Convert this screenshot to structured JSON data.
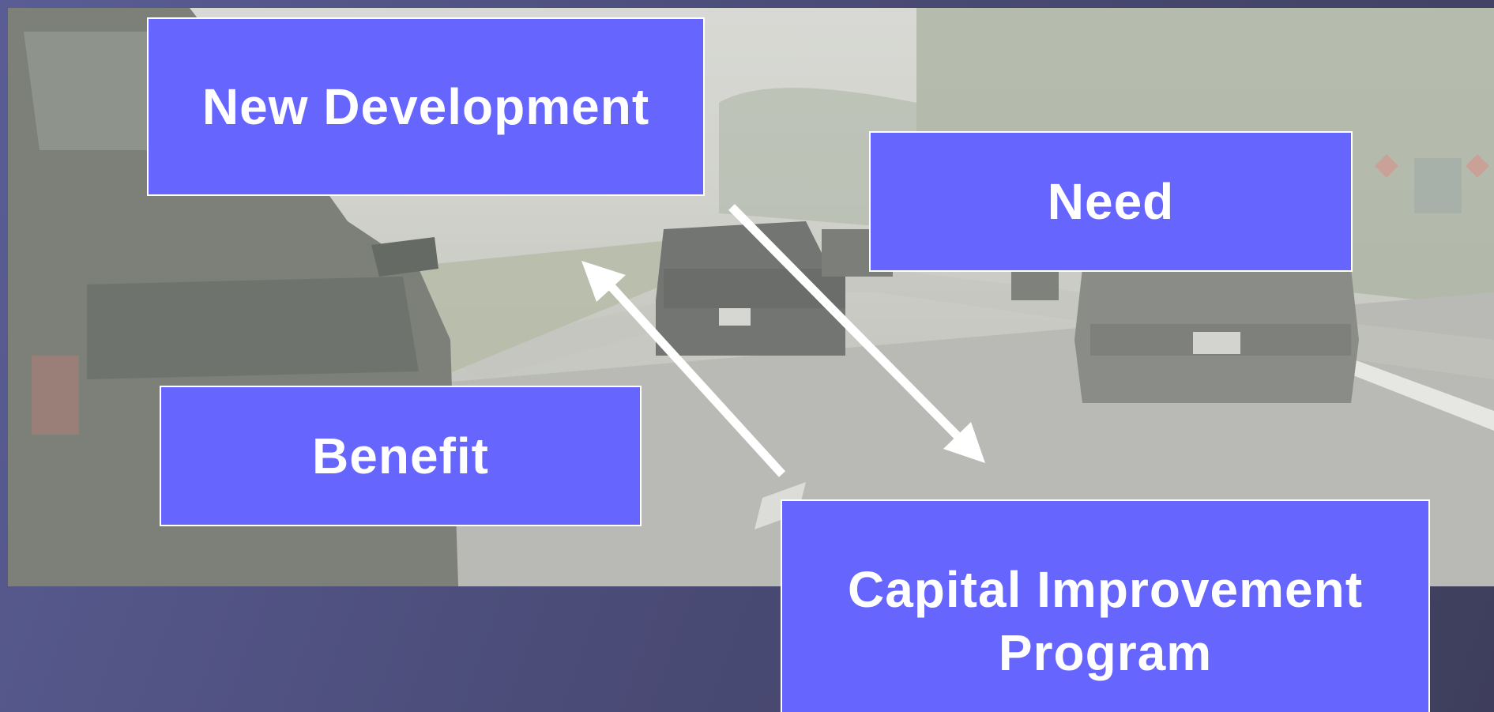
{
  "boxes": {
    "new_development": "New Development",
    "need": "Need",
    "benefit": "Benefit",
    "capital_improvement_line1": "Capital Improvement",
    "capital_improvement_line2": "Program"
  },
  "colors": {
    "box_fill": "#6666ff",
    "box_text": "#ffffff",
    "background_dark": "#3e3e5c",
    "arrow": "#ffffff"
  },
  "arrows": [
    {
      "from": "new_development",
      "to": "capital_improvement",
      "direction": "down-right"
    },
    {
      "from": "capital_improvement",
      "to": "new_development",
      "direction": "up-left"
    }
  ],
  "background_image": "highway-traffic-photo"
}
